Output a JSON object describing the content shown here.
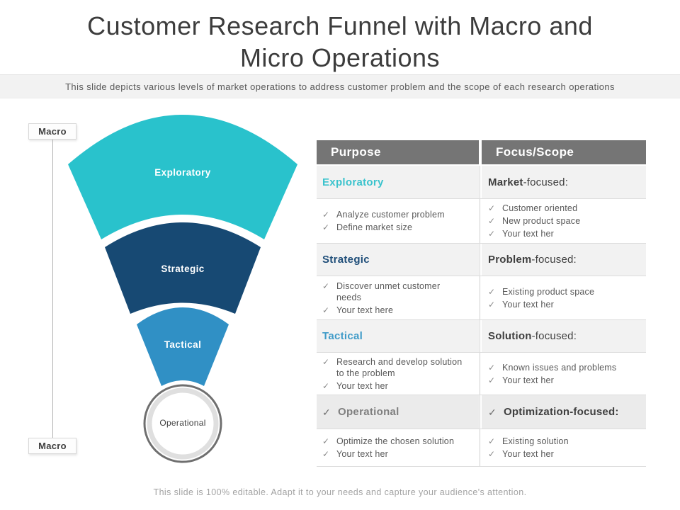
{
  "slide": {
    "title_line1": "Customer Research Funnel with Macro and",
    "title_line2": "Micro Operations",
    "subtitle": "This slide depicts various levels of market operations to address customer problem and the scope of each research operations",
    "footer": "This slide is 100% editable. Adapt it to your needs and capture your audience's attention."
  },
  "icons": {
    "check": "✓"
  },
  "funnel": {
    "macro_top": "Macro",
    "macro_bottom": "Macro",
    "levels": [
      {
        "label": "Exploratory",
        "color": "#29c2cc",
        "text_color": "#ffffff"
      },
      {
        "label": "Strategic",
        "color": "#174973",
        "text_color": "#ffffff"
      },
      {
        "label": "Tactical",
        "color": "#3090c5",
        "text_color": "#ffffff"
      },
      {
        "label": "Operational",
        "color": "#ffffff",
        "text_color": "#404040"
      }
    ]
  },
  "table": {
    "headers": [
      "Purpose",
      "Focus/Scope"
    ],
    "header_bg": "#757575",
    "sections": [
      {
        "purpose_title": "Exploratory",
        "purpose_color": "#3bc3cd",
        "focus_bold": "Market",
        "focus_rest": "-focused:",
        "purpose_bullets": [
          "Analyze customer problem",
          "Define market size"
        ],
        "focus_bullets": [
          "Customer oriented",
          "New product space",
          "Your text her"
        ]
      },
      {
        "purpose_title": "Strategic",
        "purpose_color": "#1f4e79",
        "focus_bold": "Problem",
        "focus_rest": "-focused:",
        "purpose_bullets": [
          "Discover unmet customer needs",
          "Your text here"
        ],
        "focus_bullets": [
          "Existing product space",
          "Your text her"
        ]
      },
      {
        "purpose_title": "Tactical",
        "purpose_color": "#3f9bc8",
        "focus_bold": "Solution",
        "focus_rest": "-focused:",
        "purpose_bullets": [
          "Research and develop solution to the problem",
          "Your text her"
        ],
        "focus_bullets": [
          "Known issues and problems",
          "Your text her"
        ]
      },
      {
        "purpose_title": "Operational",
        "purpose_color": "#7f7f7f",
        "focus_bold": "Optimization",
        "focus_rest": "-focused:",
        "purpose_bullets": [
          "Optimize the chosen solution",
          "Your text her"
        ],
        "focus_bullets": [
          "Existing solution",
          "Your text her"
        ]
      }
    ]
  }
}
